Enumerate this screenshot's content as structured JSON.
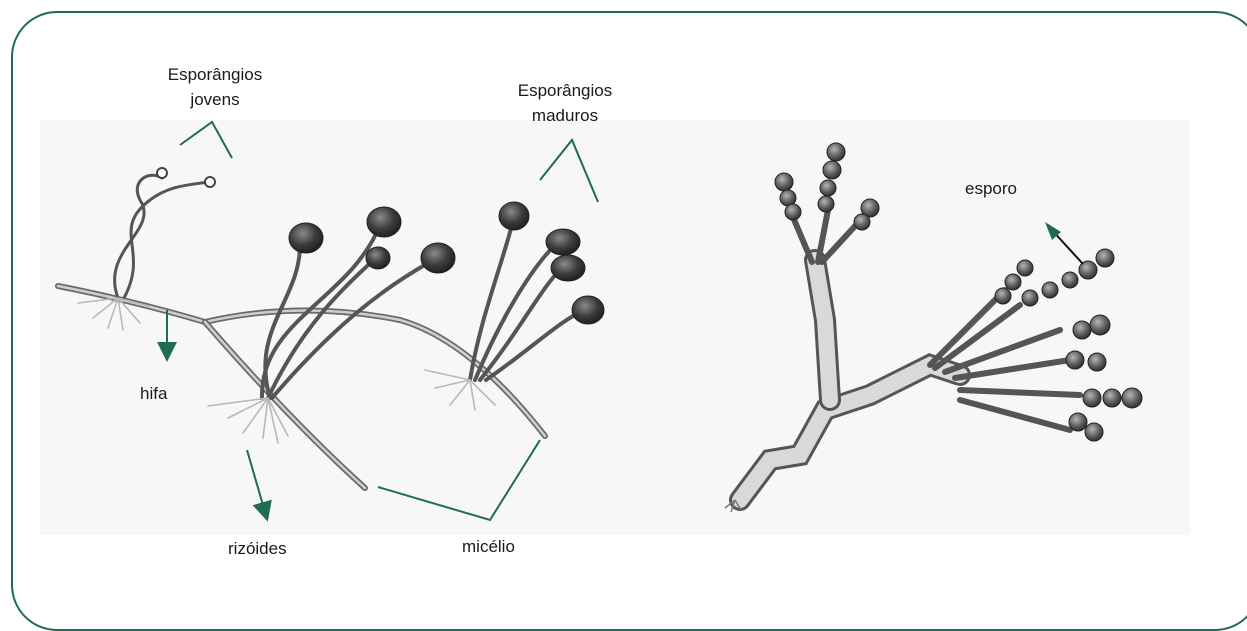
{
  "labels": {
    "young_sporangia_line1": "Esporângios",
    "young_sporangia_line2": "jovens",
    "mature_sporangia_line1": "Esporângios",
    "mature_sporangia_line2": "maduros",
    "hypha": "hifa",
    "rhizoids": "rizóides",
    "mycelium": "micélio",
    "spore": "esporo"
  },
  "colors": {
    "frame": "#1f6b55",
    "leader_line": "#1f6b55",
    "spore_arrow": "#111111",
    "text": "#1a1a1a"
  }
}
